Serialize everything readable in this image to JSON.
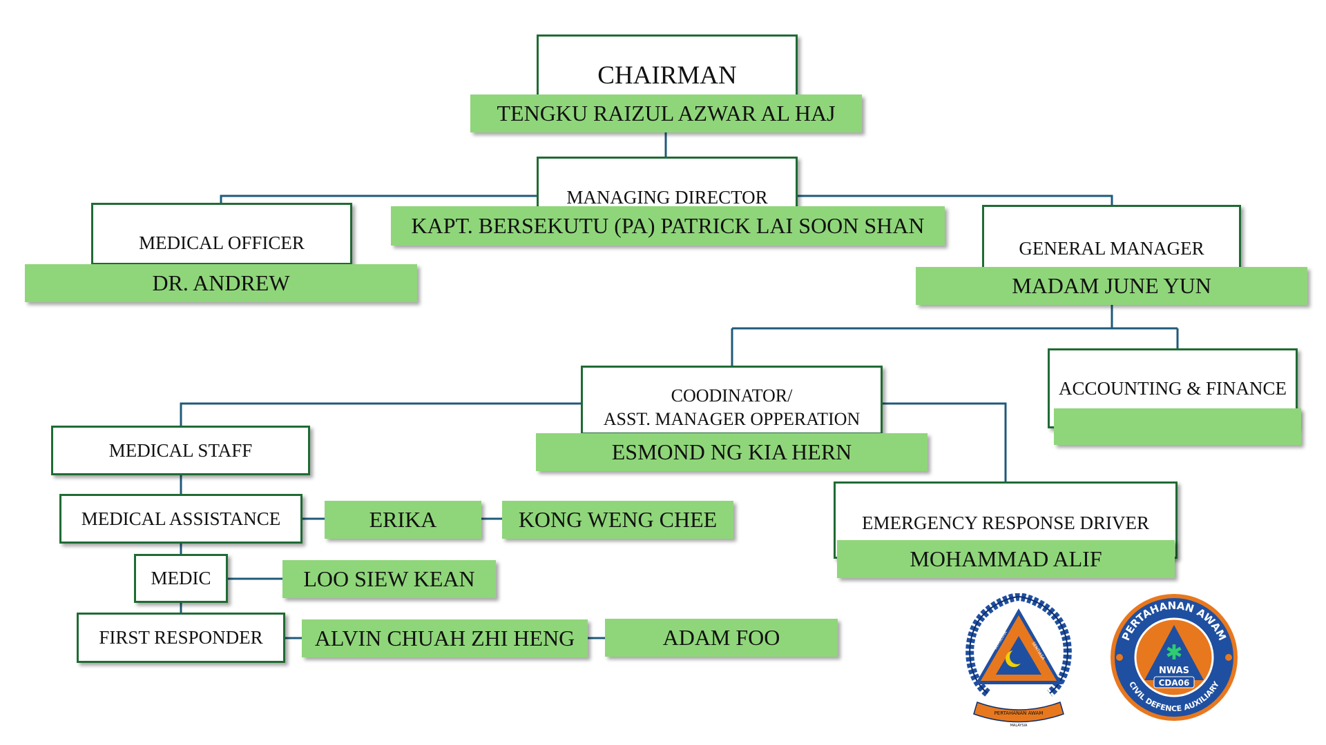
{
  "chairman": {
    "role": "CHAIRMAN",
    "name": "TENGKU RAIZUL AZWAR AL HAJ"
  },
  "managing_director": {
    "role": "MANAGING DIRECTOR",
    "name": "KAPT. BERSEKUTU (PA) PATRICK LAI SOON SHAN"
  },
  "medical_officer": {
    "role": "MEDICAL OFFICER",
    "name": "DR. ANDREW"
  },
  "general_manager": {
    "role": "GENERAL MANAGER",
    "name": "MADAM JUNE YUN"
  },
  "coordinator": {
    "role_line1": "COODINATOR/",
    "role_line2": "ASST. MANAGER OPPERATION",
    "name": "ESMOND NG KIA HERN"
  },
  "accounting": {
    "role": "ACCOUNTING & FINANCE",
    "name": ""
  },
  "emergency_driver": {
    "role": "EMERGENCY RESPONSE DRIVER",
    "name": "MOHAMMAD ALIF"
  },
  "medical_staff": {
    "role": "MEDICAL STAFF"
  },
  "medical_assistance": {
    "role": "MEDICAL ASSISTANCE",
    "names": [
      "ERIKA",
      "KONG WENG CHEE"
    ]
  },
  "medic": {
    "role": "MEDIC",
    "names": [
      "LOO SIEW KEAN"
    ]
  },
  "first_responder": {
    "role": "FIRST RESPONDER",
    "names": [
      "ALVIN CHUAH ZHI HENG",
      "ADAM FOO"
    ]
  },
  "logos": {
    "left_logo": {
      "arc_left": "BERSEDIA",
      "arc_right": "SENTIASA",
      "ribbon": "PERTAHANAN AWAM",
      "bottom": "MALAYSIA"
    },
    "right_logo": {
      "ring_top": "PERTAHANAN AWAM",
      "ring_bottom": "CIVIL DEFENCE AUXILIARY",
      "center_top": "NWAS",
      "center_badge": "CDA06"
    }
  },
  "colors": {
    "box_border": "#1f6b33",
    "name_fill": "#8fd67a",
    "connector": "#1f5a7a",
    "logo_orange": "#e8781e",
    "logo_blue": "#1f4fa0"
  }
}
